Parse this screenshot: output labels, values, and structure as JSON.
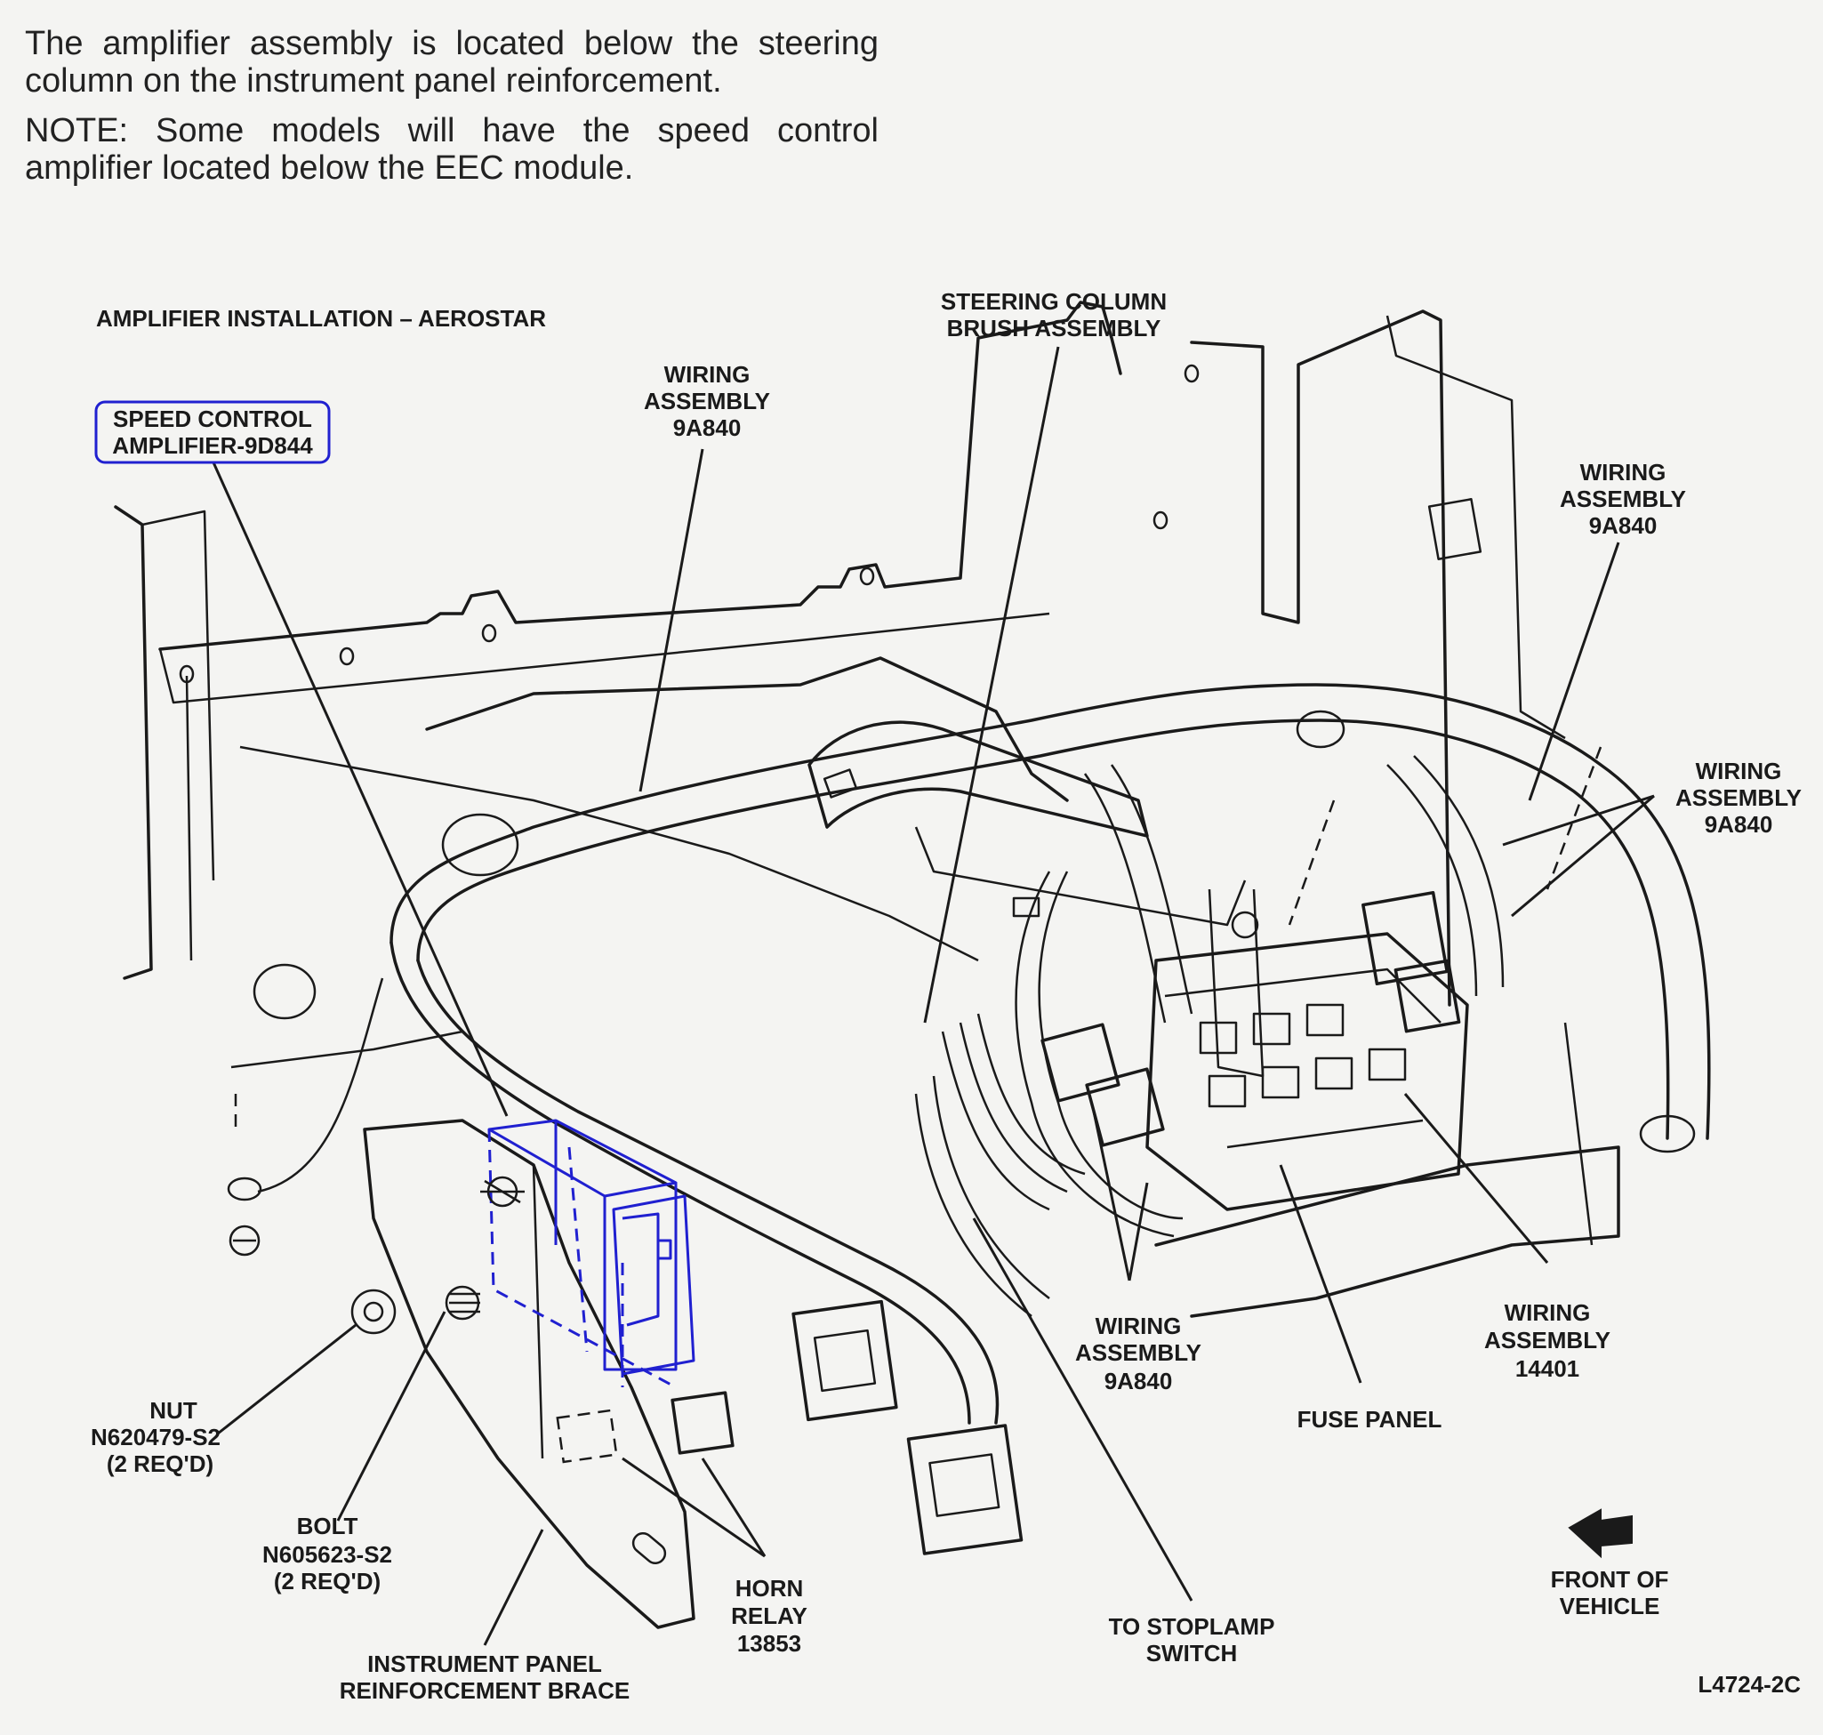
{
  "intro": {
    "paragraph1": "The amplifier assembly is located below the steering column on the instrument panel reinforcement.",
    "paragraph2": "NOTE: Some models will have the speed control amplifier located below the EEC module."
  },
  "figure": {
    "title": "AMPLIFIER INSTALLATION – AEROSTAR",
    "code": "L4724-2C",
    "highlight_color": "#2020d0",
    "labels": {
      "speed_control_1": "SPEED CONTROL",
      "speed_control_2": "AMPLIFIER-9D844",
      "wiring_top_1": "WIRING",
      "wiring_top_2": "ASSEMBLY",
      "wiring_top_3": "9A840",
      "steering_1": "STEERING COLUMN",
      "steering_2": "BRUSH ASSEMBLY",
      "wiring_right_a_1": "WIRING",
      "wiring_right_a_2": "ASSEMBLY",
      "wiring_right_a_3": "9A840",
      "wiring_right_b_1": "WIRING",
      "wiring_right_b_2": "ASSEMBLY",
      "wiring_right_b_3": "9A840",
      "wiring_mid_1": "WIRING",
      "wiring_mid_2": "ASSEMBLY",
      "wiring_mid_3": "9A840",
      "wiring_14401_1": "WIRING",
      "wiring_14401_2": "ASSEMBLY",
      "wiring_14401_3": "14401",
      "fuse_panel": "FUSE PANEL",
      "nut_1": "NUT",
      "nut_2": "N620479-S2",
      "nut_3": "(2 REQ'D)",
      "bolt_1": "BOLT",
      "bolt_2": "N605623-S2",
      "bolt_3": "(2 REQ'D)",
      "horn_1": "HORN",
      "horn_2": "RELAY",
      "horn_3": "13853",
      "brace_1": "INSTRUMENT PANEL",
      "brace_2": "REINFORCEMENT BRACE",
      "stoplamp_1": "TO STOPLAMP",
      "stoplamp_2": "SWITCH",
      "front_1": "FRONT OF",
      "front_2": "VEHICLE"
    }
  }
}
